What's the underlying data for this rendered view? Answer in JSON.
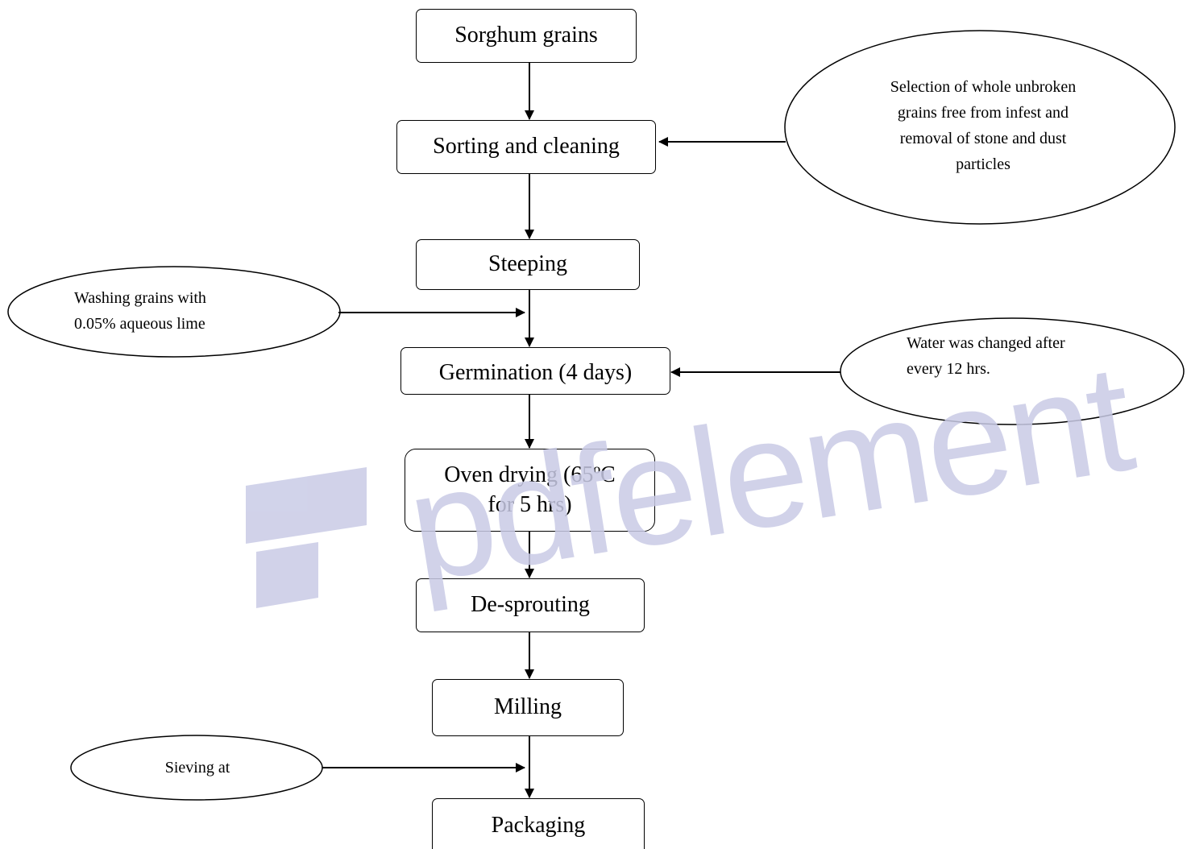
{
  "steps": [
    "Sorghum grains",
    "Sorting and cleaning",
    "Steeping",
    "Germination (4 days)",
    "Oven drying (65ºC\nfor 5 hrs)",
    "De-sprouting",
    "Milling",
    "Packaging"
  ],
  "notes": {
    "sorting": "Selection of whole unbroken\ngrains free from infest and\nremoval of stone and dust\nparticles",
    "washing": "Washing grains with\n0.05% aqueous lime",
    "water": "Water was changed after\nevery 12 hrs.",
    "sieving": "Sieving at"
  },
  "watermark": "pdfelement",
  "colors": {
    "line": "#000000",
    "watermark": "#c9cbe6"
  }
}
